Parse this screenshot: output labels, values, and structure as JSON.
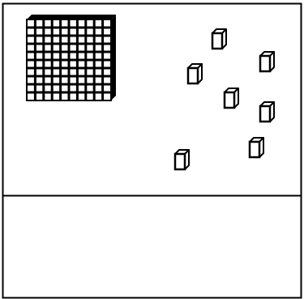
{
  "figure": {
    "stroke_color": "#000000",
    "background_color": "#ffffff",
    "flat": {
      "count": 1,
      "grid_rows": 10,
      "grid_cols": 10
    },
    "unit_cubes": {
      "count": 7
    }
  }
}
